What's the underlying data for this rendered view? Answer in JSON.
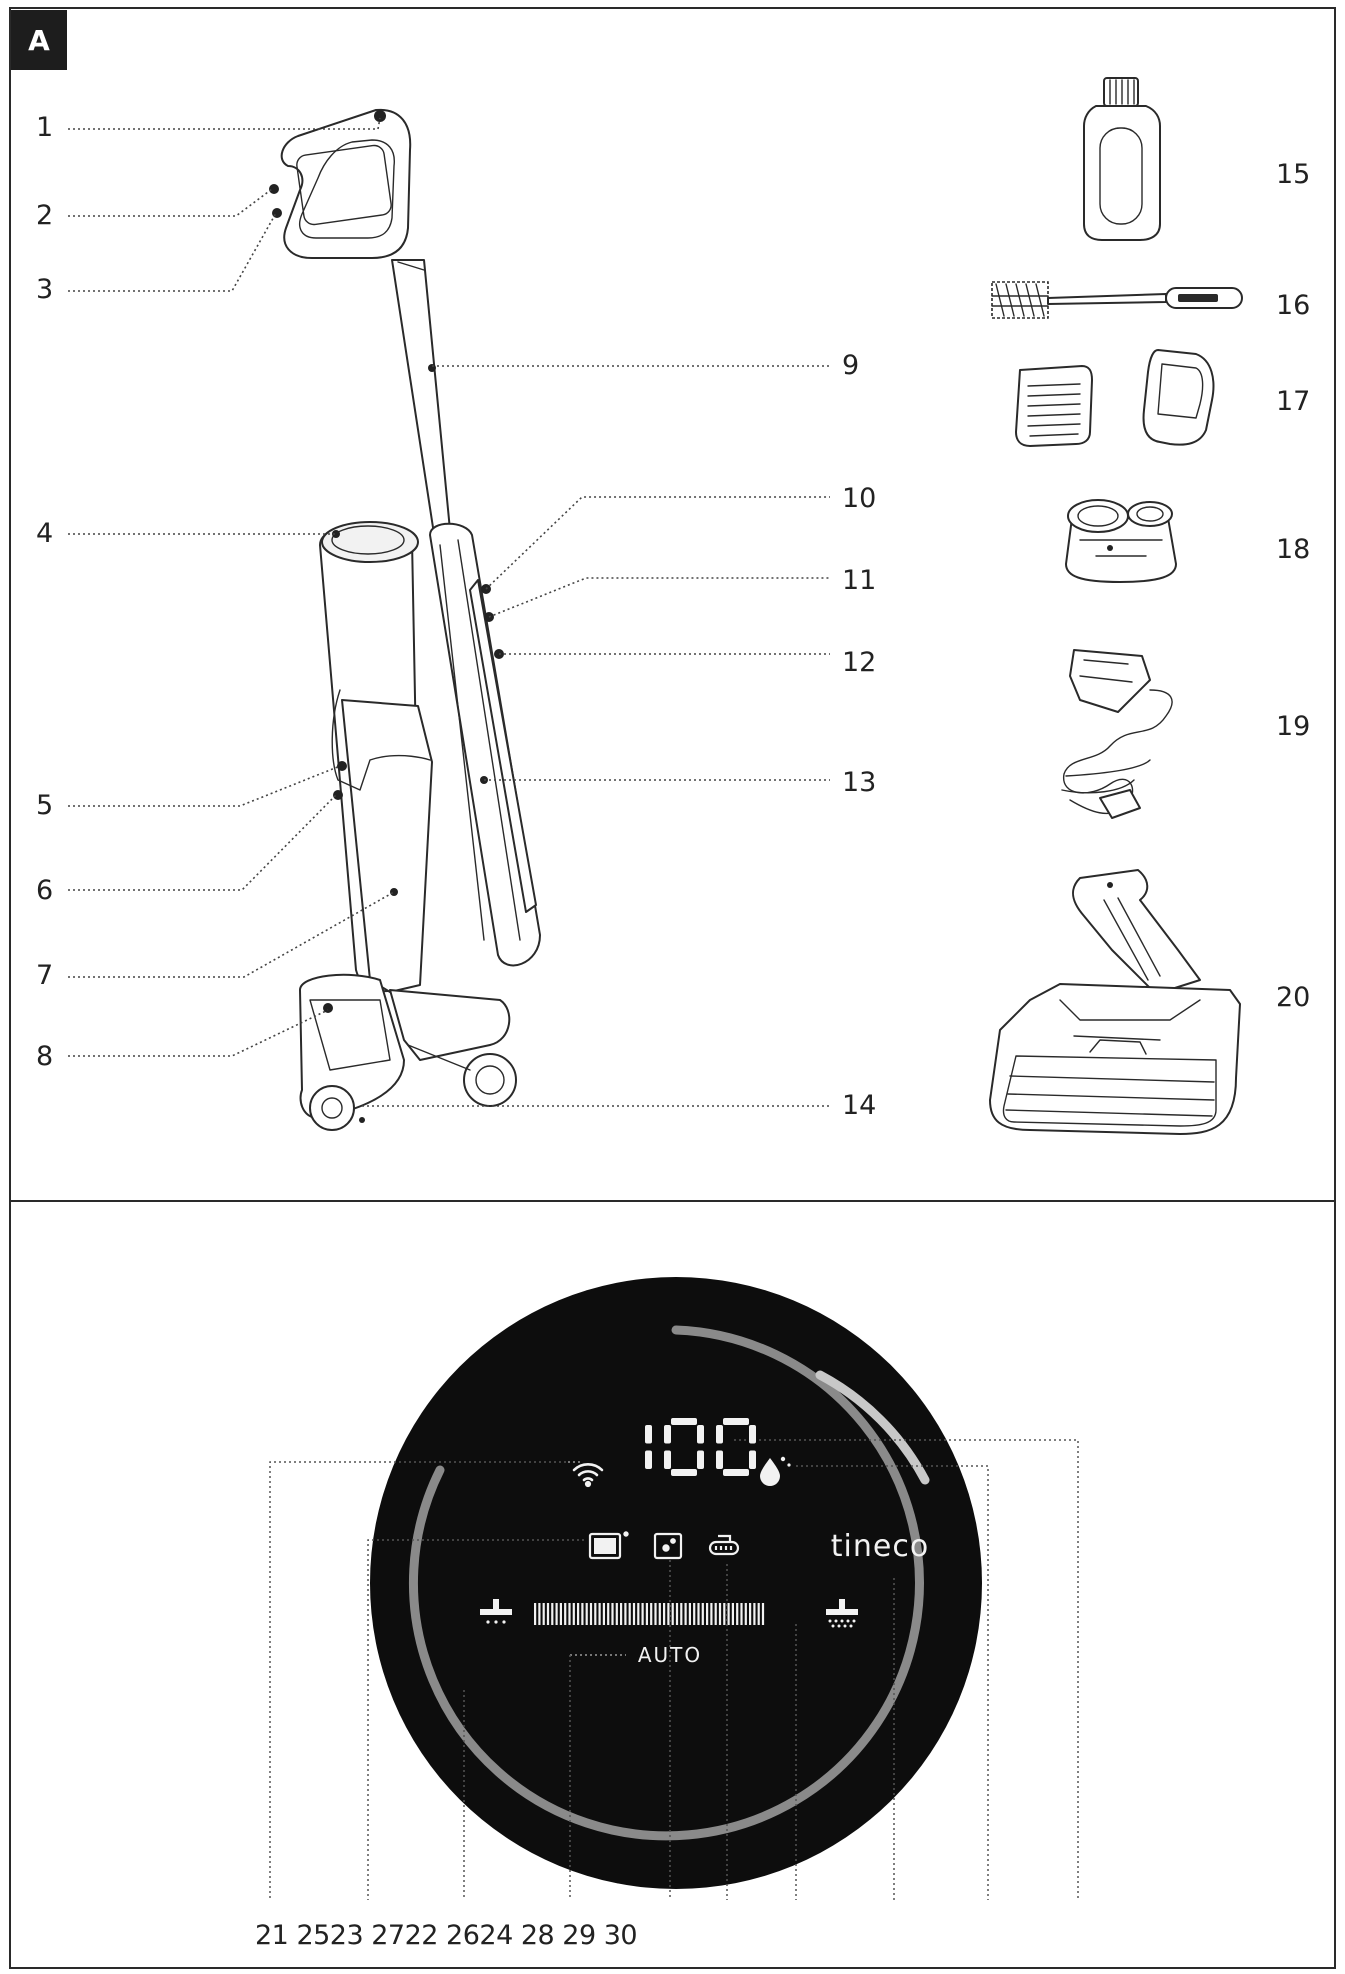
{
  "panel_letter": "A",
  "labels": {
    "l1": "1",
    "l2": "2",
    "l3": "3",
    "l4": "4",
    "l5": "5",
    "l6": "6",
    "l7": "7",
    "l8": "8",
    "l9": "9",
    "l10": "10",
    "l11": "11",
    "l12": "12",
    "l13": "13",
    "l14": "14",
    "l15": "15",
    "l16": "16",
    "l17": "17",
    "l18": "18",
    "l19": "19",
    "l20": "20"
  },
  "display": {
    "digits": "100",
    "brand": "tineco",
    "mode": "AUTO",
    "bottom_numbers": "21 2523 2722 2624 28 29 30"
  },
  "colors": {
    "line": "#2a2a2a",
    "display_bg": "#0d0d0d",
    "ring": "#8a8a8a",
    "display_text": "#f2f2f2"
  }
}
